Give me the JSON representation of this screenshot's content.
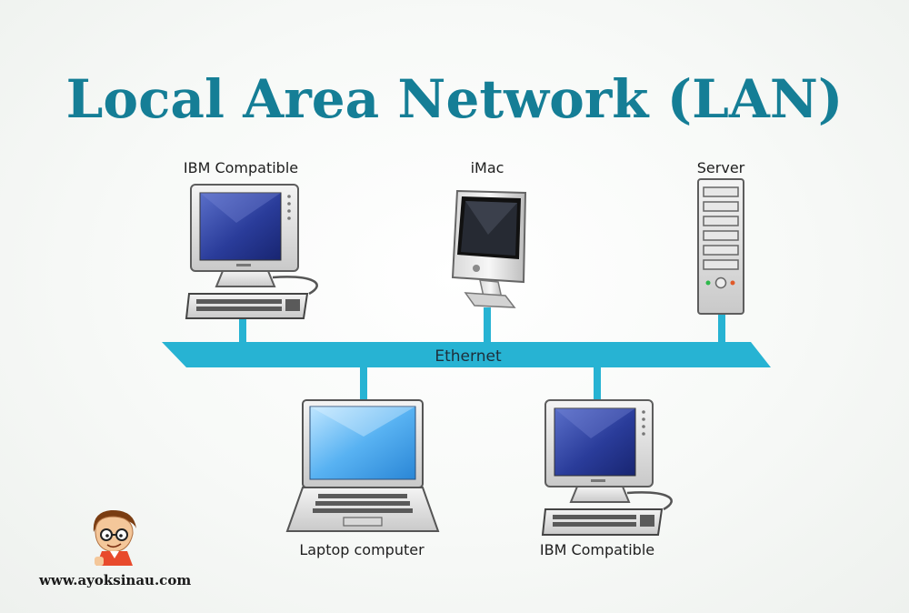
{
  "title": "Local Area Network (LAN)",
  "bus_label": "Ethernet",
  "nodes": {
    "ibm_top": "IBM Compatible",
    "imac": "iMac",
    "server": "Server",
    "laptop": "Laptop computer",
    "ibm_bottom": "IBM Compatible"
  },
  "watermark": "www.ayoksinau.com",
  "colors": {
    "title": "#157e96",
    "bus": "#27b3d3",
    "screen": "#2a3c9a"
  }
}
